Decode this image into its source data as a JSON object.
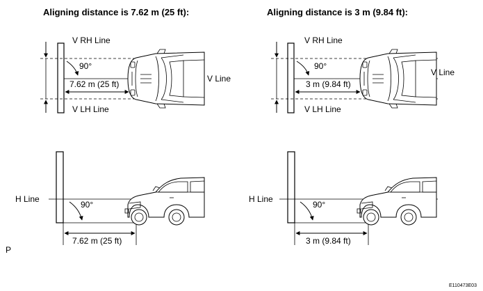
{
  "panels": {
    "left": {
      "title": "Aligning distance is 7.62 m (25 ft):",
      "v_rh_line": "V RH Line",
      "v_lh_line": "V LH Line",
      "v_line": "V Line",
      "angle_top": "90°",
      "distance_top": "7.62 m (25 ft)",
      "h_line": "H Line",
      "angle_side": "90°",
      "distance_side": "7.62 m (25 ft)"
    },
    "right": {
      "title": "Aligning distance is 3 m (9.84 ft):",
      "v_rh_line": "V RH Line",
      "v_lh_line": "V LH Line",
      "v_line": "V Line",
      "angle_top": "90°",
      "distance_top": "3 m (9.84 ft)",
      "h_line": "H Line",
      "angle_side": "90°",
      "distance_side": "3 m (9.84 ft)"
    }
  },
  "footer": {
    "marker": "P",
    "figure_code": "E110473E03"
  }
}
